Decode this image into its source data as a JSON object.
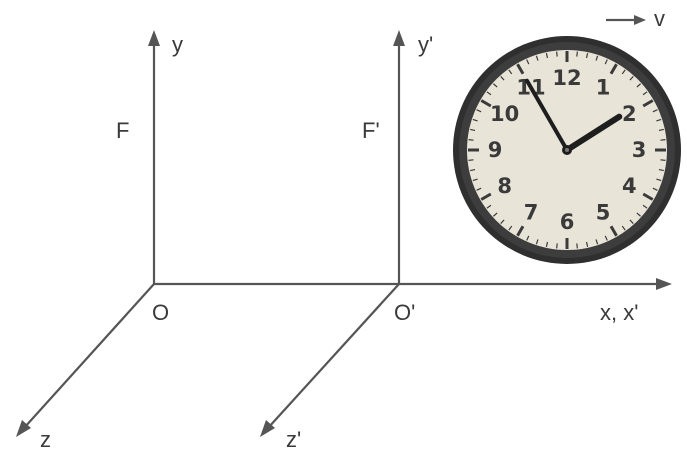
{
  "frame_s": {
    "name": "F",
    "axis_y": "y",
    "axis_z": "z",
    "origin": "O"
  },
  "frame_s_prime": {
    "name": "F'",
    "axis_y": "y'",
    "axis_z": "z'",
    "origin": "O'"
  },
  "shared_x_axis_label": "x, x'",
  "velocity_label": "v",
  "clock": {
    "numerals": [
      "12",
      "1",
      "2",
      "3",
      "4",
      "5",
      "6",
      "7",
      "8",
      "9",
      "10",
      "11"
    ],
    "time_shown": "1:55",
    "face_color": "#e8e4d8",
    "rim_color": "#2f2f2f"
  }
}
